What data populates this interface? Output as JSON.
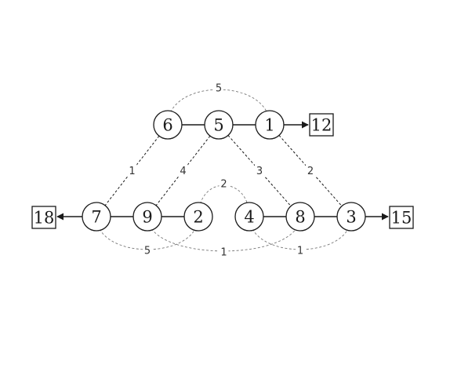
{
  "nodes": [
    {
      "id": "n6",
      "label": "6"
    },
    {
      "id": "n5",
      "label": "5"
    },
    {
      "id": "n1",
      "label": "1"
    },
    {
      "id": "n7",
      "label": "7"
    },
    {
      "id": "n9",
      "label": "9"
    },
    {
      "id": "n2",
      "label": "2"
    },
    {
      "id": "n4",
      "label": "4"
    },
    {
      "id": "n8",
      "label": "8"
    },
    {
      "id": "n3",
      "label": "3"
    }
  ],
  "boxes": [
    {
      "id": "b12",
      "label": "12"
    },
    {
      "id": "b18",
      "label": "18"
    },
    {
      "id": "b15",
      "label": "15"
    }
  ],
  "solid_edges": [
    {
      "from": "n6",
      "to": "n5"
    },
    {
      "from": "n5",
      "to": "n1"
    },
    {
      "from": "n7",
      "to": "n9"
    },
    {
      "from": "n9",
      "to": "n2"
    },
    {
      "from": "n4",
      "to": "n8"
    },
    {
      "from": "n8",
      "to": "n3"
    }
  ],
  "arrows": [
    {
      "from": "n1",
      "to": "b12"
    },
    {
      "from": "n7",
      "to": "b18"
    },
    {
      "from": "n3",
      "to": "b15"
    }
  ],
  "dashed_edges": [
    {
      "from": "n6",
      "to": "n7",
      "weight": "1"
    },
    {
      "from": "n5",
      "to": "n9",
      "weight": "4"
    },
    {
      "from": "n5",
      "to": "n8",
      "weight": "3"
    },
    {
      "from": "n1",
      "to": "n3",
      "weight": "2"
    }
  ],
  "arcs": [
    {
      "from": "n6",
      "to": "n1",
      "weight": "5"
    },
    {
      "from": "n2",
      "to": "n4",
      "weight": "2"
    },
    {
      "from": "n7",
      "to": "n2",
      "weight": "5"
    },
    {
      "from": "n9",
      "to": "n8",
      "weight": "1"
    },
    {
      "from": "n4",
      "to": "n3",
      "weight": "1"
    }
  ]
}
